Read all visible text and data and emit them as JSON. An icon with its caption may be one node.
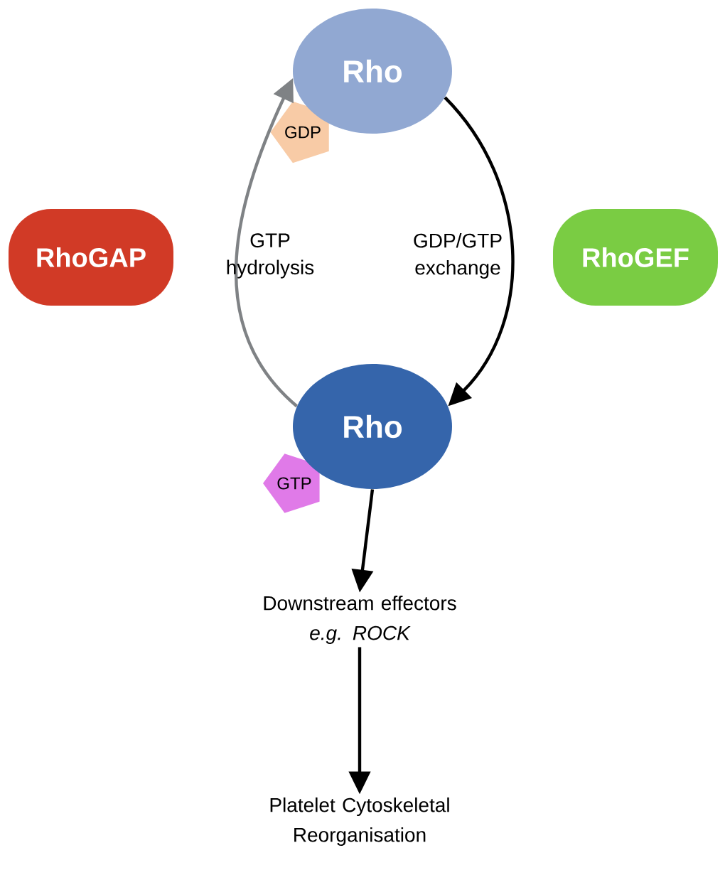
{
  "diagram": {
    "nodes": [
      {
        "text": [
          "Rho"
        ]
      },
      {
        "text": [
          "GDP"
        ]
      },
      {
        "text": [
          "RhoGAP"
        ]
      },
      {
        "text": [
          "RhoGEF"
        ]
      },
      {
        "text": [
          "Rho"
        ]
      },
      {
        "text": [
          "GTP"
        ]
      },
      {
        "text": [
          "Downstream effectors",
          "e.g. ROCK"
        ]
      },
      {
        "text": [
          "Platelet Cytoskeletal Reorganisation"
        ]
      }
    ],
    "edges": [
      {
        "from": 0,
        "to": 4,
        "arrow": "to",
        "label": "GDP/GTP exchange"
      },
      {
        "from": 4,
        "to": 0,
        "arrow": "to",
        "label": "GTP hydrolysis",
        "color": "#7f8285"
      },
      {
        "from": 4,
        "to": 6,
        "arrow": "to"
      },
      {
        "from": 6,
        "to": 7,
        "arrow": "to"
      }
    ]
  }
}
